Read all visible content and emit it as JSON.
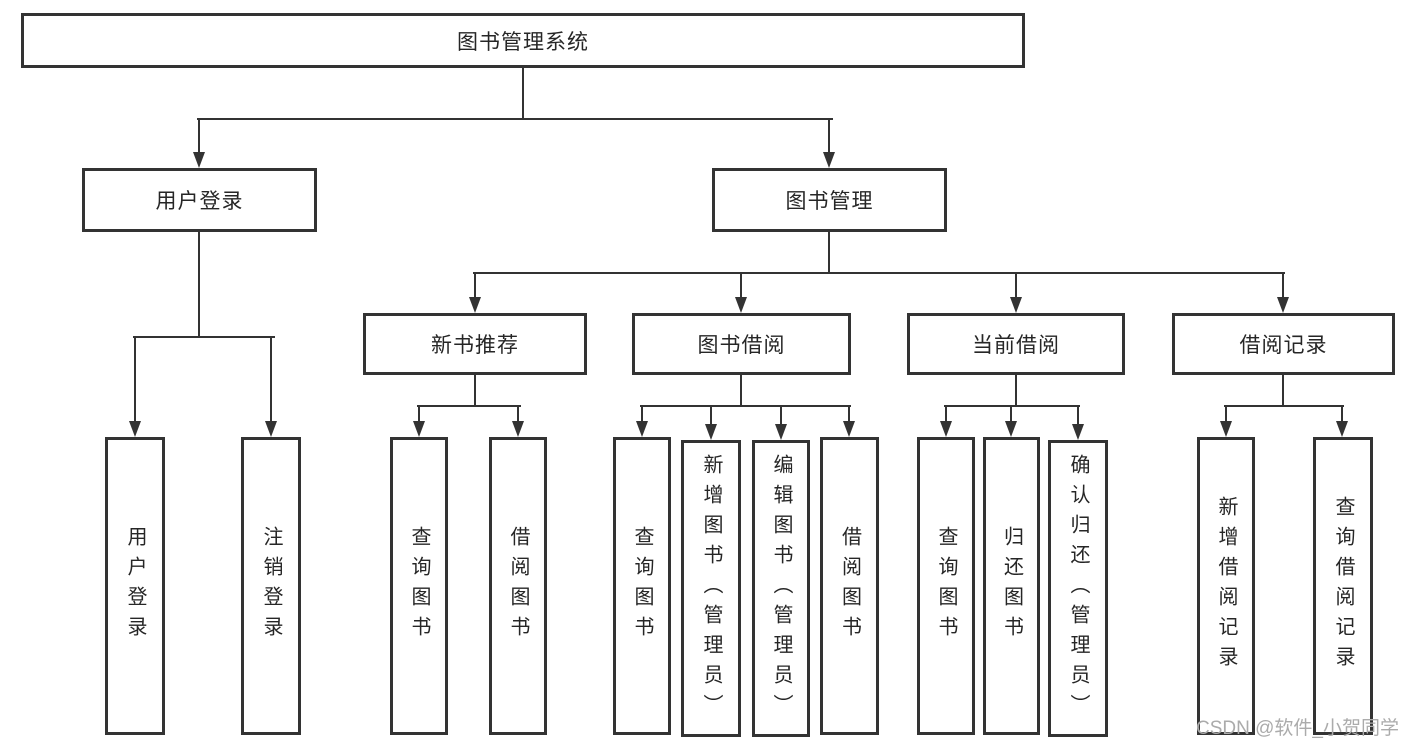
{
  "tree": {
    "root": {
      "label": "图书管理系统"
    },
    "branches": [
      {
        "label": "用户登录",
        "leaves": [
          {
            "label": "用户登录"
          },
          {
            "label": "注销登录"
          }
        ]
      },
      {
        "label": "图书管理",
        "groups": [
          {
            "label": "新书推荐",
            "leaves": [
              {
                "label": "查询图书"
              },
              {
                "label": "借阅图书"
              }
            ]
          },
          {
            "label": "图书借阅",
            "leaves": [
              {
                "label": "查询图书"
              },
              {
                "label": "新增图书（管理员）"
              },
              {
                "label": "编辑图书（管理员）"
              },
              {
                "label": "借阅图书"
              }
            ]
          },
          {
            "label": "当前借阅",
            "leaves": [
              {
                "label": "查询图书"
              },
              {
                "label": "归还图书"
              },
              {
                "label": "确认归还（管理员）"
              }
            ]
          },
          {
            "label": "借阅记录",
            "leaves": [
              {
                "label": "新增借阅记录"
              },
              {
                "label": "查询借阅记录"
              }
            ]
          }
        ]
      }
    ]
  },
  "watermark": "CSDN @软件_小贺同学",
  "colors": {
    "line": "#333333",
    "text": "#262626",
    "background": "#ffffff",
    "watermark": "#ababab"
  }
}
